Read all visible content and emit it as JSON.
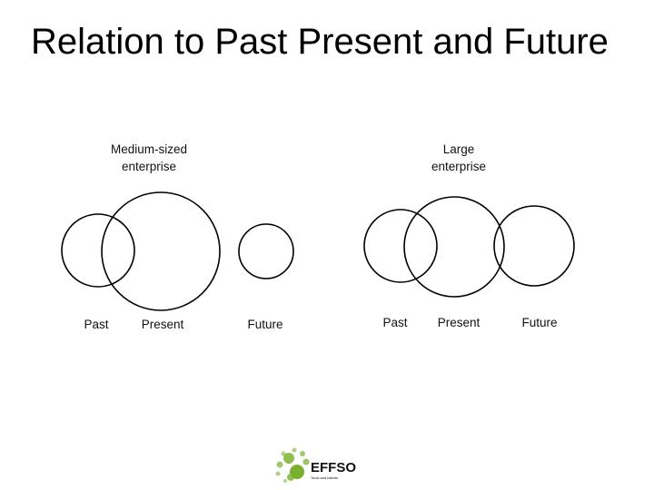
{
  "title": "Relation to Past Present and Future",
  "diagrams": [
    {
      "heading": [
        "Medium-sized",
        "enterprise"
      ],
      "labels": {
        "past": "Past",
        "present": "Present",
        "future": "Future"
      }
    },
    {
      "heading": [
        "Large",
        "enterprise"
      ],
      "labels": {
        "past": "Past",
        "present": "Present",
        "future": "Future"
      }
    }
  ],
  "logo": {
    "name": "EFFSO",
    "tagline": "Tools and talents"
  },
  "colors": {
    "stroke": "#000000",
    "logo_green": "#7ab030",
    "logo_text": "#3a3a3a"
  }
}
